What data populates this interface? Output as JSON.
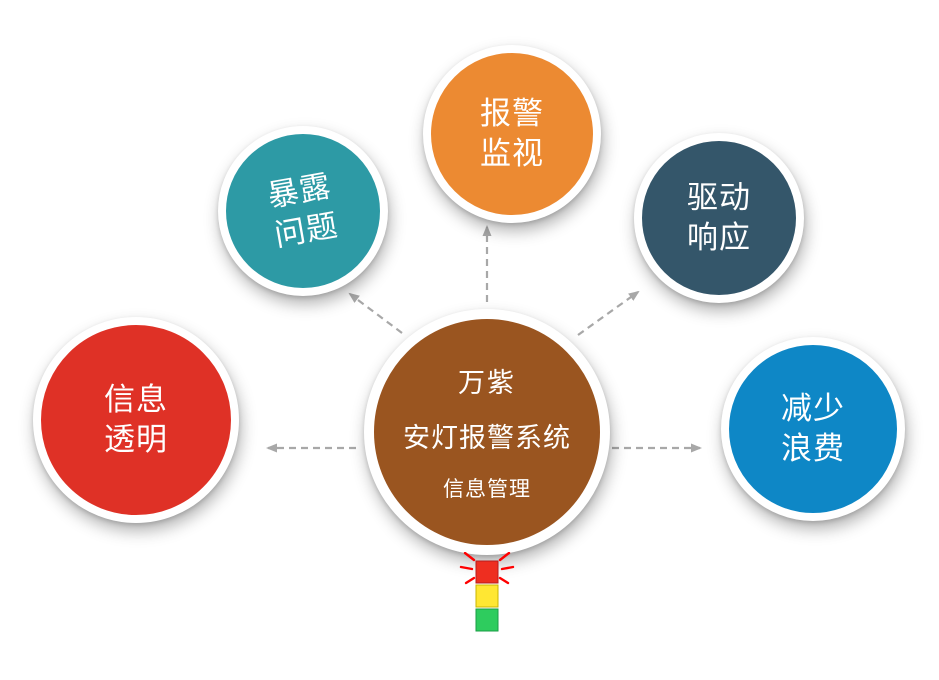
{
  "center": {
    "line1": "万紫",
    "line2": "安灯报警系统",
    "line3": "信息管理",
    "color": "#9a5520"
  },
  "nodes": {
    "expose": {
      "line1": "暴露",
      "line2": "问题",
      "color": "#2d9aa5"
    },
    "alarm": {
      "line1": "报警",
      "line2": "监视",
      "color": "#ec8a32"
    },
    "drive": {
      "line1": "驱动",
      "line2": "响应",
      "color": "#34566a"
    },
    "transparent": {
      "line1": "信息",
      "line2": "透明",
      "color": "#df3126"
    },
    "reduce": {
      "line1": "减少",
      "line2": "浪费",
      "color": "#0e87c6"
    }
  },
  "arrows": {
    "color": "#a8a8a8"
  },
  "andon": {
    "light_top": "#ee2e20",
    "light_middle": "#ffe733",
    "light_bottom": "#2ecc5e",
    "ray_color": "#ff0000"
  }
}
